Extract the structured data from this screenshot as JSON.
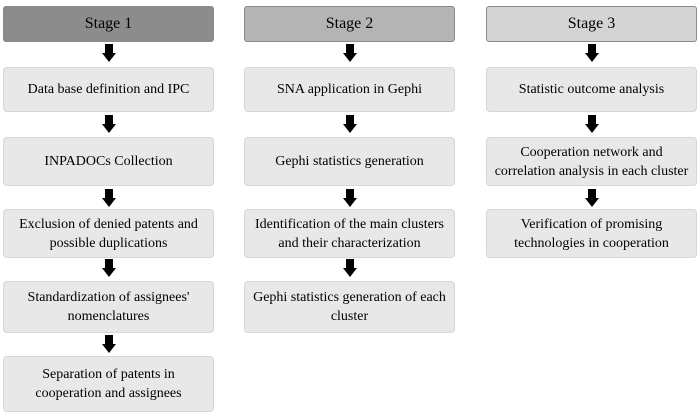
{
  "stages": [
    {
      "title": "Stage 1",
      "header_bg": "#8c8c8c",
      "steps": [
        "Data base definition and IPC",
        "INPADOCs Collection",
        "Exclusion of denied patents and possible duplications",
        "Standardization of assignees' nomenclatures",
        "Separation of patents in cooperation and assignees"
      ]
    },
    {
      "title": "Stage 2",
      "header_bg": "#b4b4b4",
      "steps": [
        "SNA application in Gephi",
        "Gephi statistics generation",
        "Identification of the main clusters and their characterization",
        "Gephi statistics generation of each cluster"
      ]
    },
    {
      "title": "Stage 3",
      "header_bg": "#d4d4d4",
      "steps": [
        "Statistic outcome analysis",
        "Cooperation network and correlation analysis in each cluster",
        "Verification of promising technologies in cooperation"
      ]
    }
  ]
}
